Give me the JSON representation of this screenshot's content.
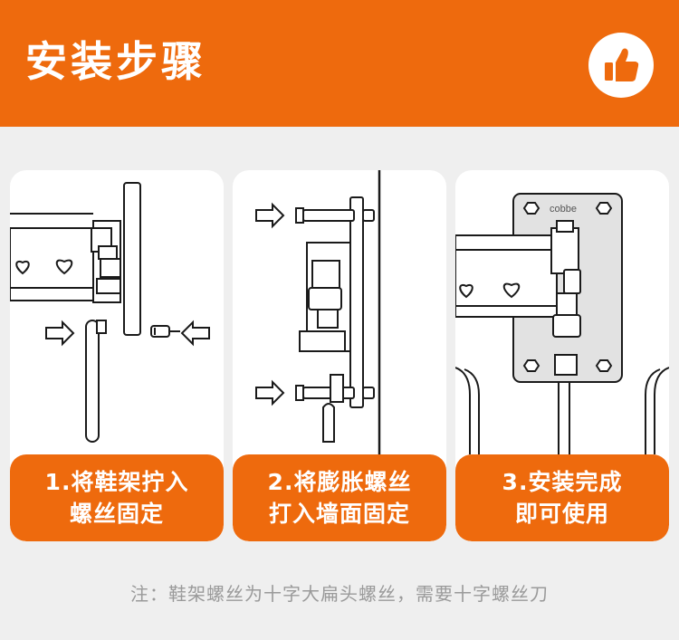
{
  "header": {
    "title": "安装步骤",
    "badge_icon": "thumbs-up-icon"
  },
  "steps": [
    {
      "line1": "1.将鞋架拧入",
      "line2": "螺丝固定"
    },
    {
      "line1": "2.将膨胀螺丝",
      "line2": "打入墙面固定"
    },
    {
      "line1": "3.安装完成",
      "line2": "即可使用"
    }
  ],
  "plate_logo": "cobbe",
  "note": "注：鞋架螺丝为十字大扁头螺丝，需要十字螺丝刀",
  "colors": {
    "accent": "#ee6a0d",
    "background": "#efefef",
    "card": "#ffffff",
    "note_text": "#9a9a9a"
  }
}
